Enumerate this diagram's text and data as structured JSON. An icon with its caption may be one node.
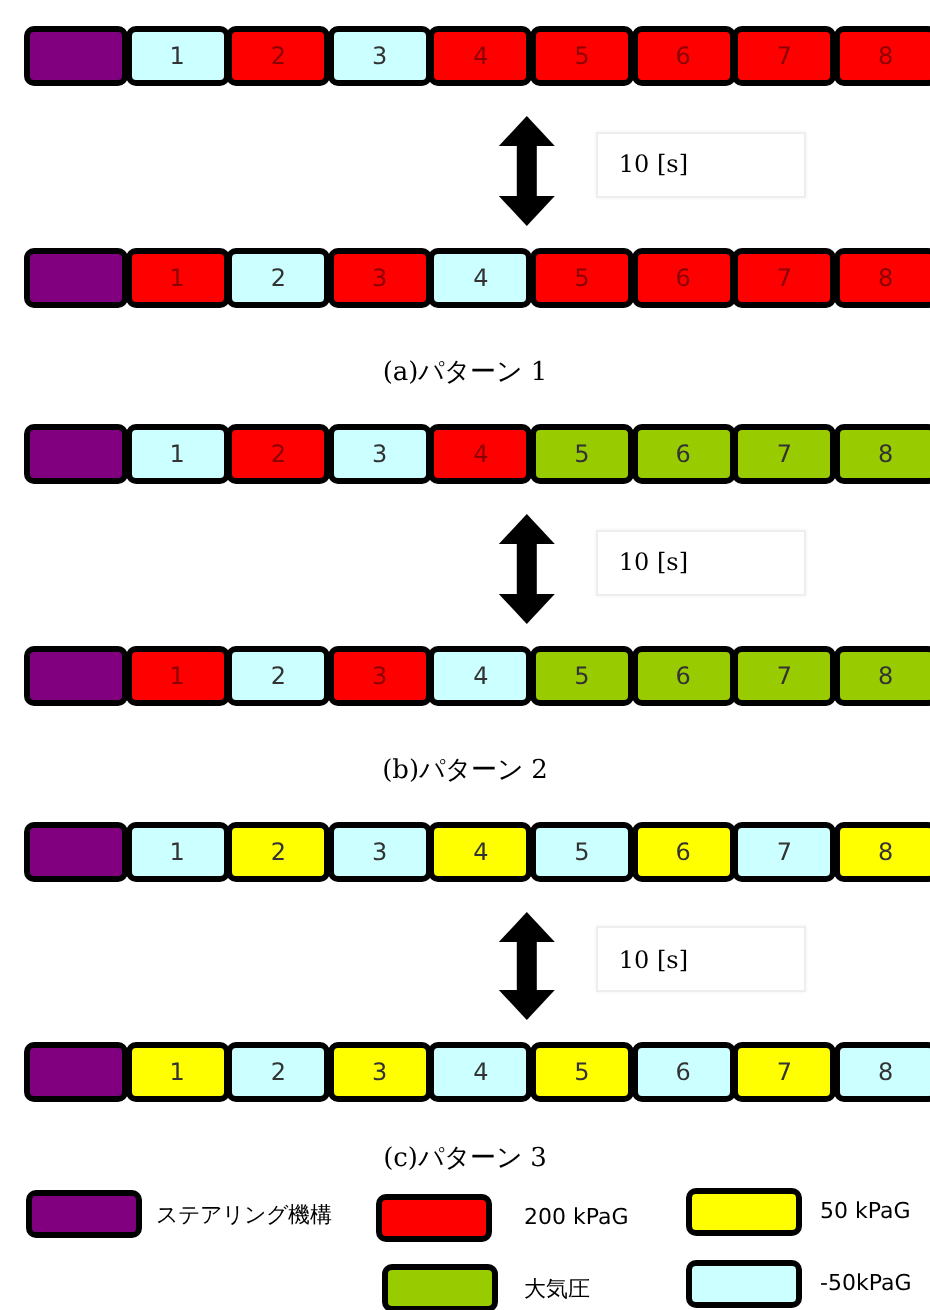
{
  "diagram": {
    "nodes": [
      {
        "text": [],
        "shape": "box"
      },
      {
        "text": [
          "1"
        ]
      },
      {
        "text": [
          "2"
        ]
      },
      {
        "text": [
          "3"
        ]
      },
      {
        "text": [
          "4"
        ]
      },
      {
        "text": [
          "5"
        ]
      },
      {
        "text": [
          "6"
        ]
      },
      {
        "text": [
          "7"
        ]
      },
      {
        "text": [
          "8"
        ]
      },
      {
        "text": [],
        "shape": "box"
      },
      {
        "text": [
          "1"
        ]
      },
      {
        "text": [
          "2"
        ]
      },
      {
        "text": [
          "3"
        ]
      },
      {
        "text": [
          "4"
        ]
      },
      {
        "text": [
          "5"
        ]
      },
      {
        "text": [
          "6"
        ]
      },
      {
        "text": [
          "7"
        ]
      },
      {
        "text": [
          "8"
        ]
      },
      {
        "text": [],
        "shape": "box"
      },
      {
        "text": [
          "1"
        ]
      },
      {
        "text": [
          "2"
        ]
      },
      {
        "text": [
          "3"
        ]
      },
      {
        "text": [
          "4"
        ]
      },
      {
        "text": [
          "5"
        ]
      },
      {
        "text": [
          "6"
        ]
      },
      {
        "text": [
          "7"
        ]
      },
      {
        "text": [
          "8"
        ]
      },
      {
        "text": [],
        "shape": "box"
      },
      {
        "text": [
          "1"
        ]
      },
      {
        "text": [
          "2"
        ]
      },
      {
        "text": [
          "3"
        ]
      },
      {
        "text": [
          "4"
        ]
      },
      {
        "text": [
          "5"
        ]
      },
      {
        "text": [
          "6"
        ]
      },
      {
        "text": [
          "7"
        ]
      },
      {
        "text": [
          "8"
        ]
      },
      {
        "text": [],
        "shape": "box"
      },
      {
        "text": [
          "1"
        ]
      },
      {
        "text": [
          "2"
        ]
      },
      {
        "text": [
          "3"
        ]
      },
      {
        "text": [
          "4"
        ]
      },
      {
        "text": [
          "5"
        ]
      },
      {
        "text": [
          "6"
        ]
      },
      {
        "text": [
          "7"
        ]
      },
      {
        "text": [
          "8"
        ]
      },
      {
        "text": [],
        "shape": "box"
      },
      {
        "text": [
          "1"
        ]
      },
      {
        "text": [
          "2"
        ]
      },
      {
        "text": [
          "3"
        ]
      },
      {
        "text": [
          "4"
        ]
      },
      {
        "text": [
          "5"
        ]
      },
      {
        "text": [
          "6"
        ]
      },
      {
        "text": [
          "7"
        ]
      },
      {
        "text": [
          "8"
        ]
      }
    ],
    "edges": [
      {
        "from": 4,
        "to": 13,
        "arrow": "both",
        "label": "10 [s]"
      },
      {
        "from": 22,
        "to": 31,
        "arrow": "both",
        "label": "10 [s]"
      },
      {
        "from": 40,
        "to": 49,
        "arrow": "both",
        "label": "10 [s]"
      }
    ],
    "labels": [
      "(a)パターン 1",
      "(b)パターン 2",
      "(c)パターン 3"
    ],
    "legend": [
      {
        "text": "ステアリング機構",
        "color": "#800080"
      },
      {
        "text": "200 kPaG",
        "color": "#ff0000"
      },
      {
        "text": "50 kPaG",
        "color": "#ffff00"
      },
      {
        "text": "大気圧",
        "color": "#99cc00"
      },
      {
        "text": "-50kPaG",
        "color": "#ccffff"
      }
    ]
  }
}
